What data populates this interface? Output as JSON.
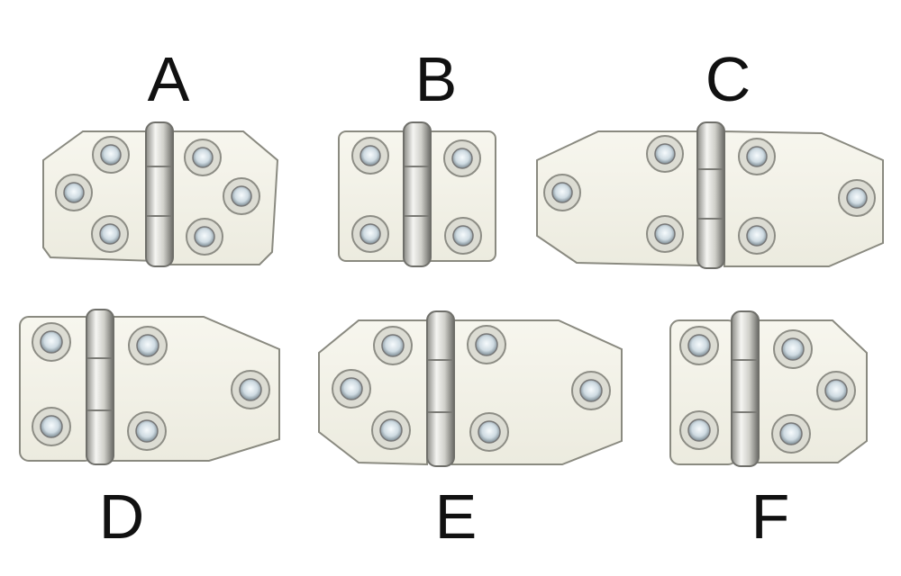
{
  "labels": {
    "a": "A",
    "b": "B",
    "c": "C",
    "d": "D",
    "e": "E",
    "f": "F"
  },
  "colors": {
    "background": "#ffffff",
    "leaf_fill": "#f4f2e6",
    "leaf_stroke": "#8a8a80",
    "knuckle": "#d6d6d0",
    "knuckle_dark": "#6f6f6a",
    "screw_ring": "#bdbdb5",
    "screw_inner": "#e9f0f4",
    "label": "#111111"
  },
  "icons": {
    "hinge": "hinge-icon",
    "screw_hole": "screw-hole-icon"
  }
}
